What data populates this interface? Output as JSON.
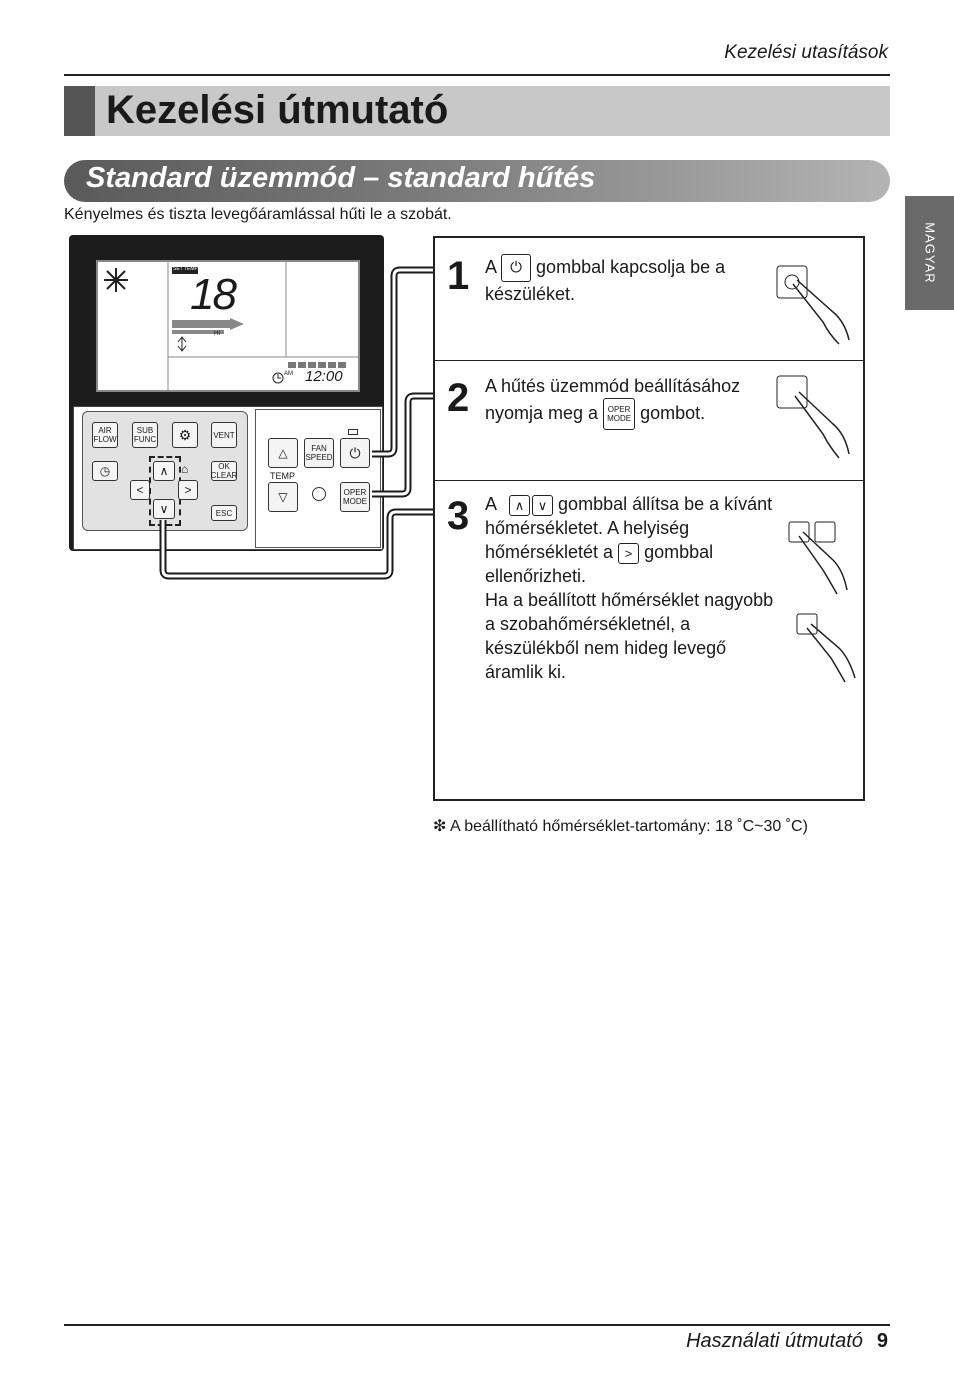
{
  "header": {
    "running_title": "Kezelési utasítások"
  },
  "title": "Kezelési útmutató",
  "subtitle": "Standard üzemmód – standard hűtés",
  "intro": "Kényelmes és tiszta levegőáramlással hűti le a szobát.",
  "side_tab": "MAGYAR",
  "remote": {
    "set_temp_label": "SET TEMP",
    "display_temp": "18",
    "fan_level": "HI",
    "clock": "12:00",
    "am": "AM",
    "keys": {
      "air_flow": "AIR FLOW",
      "sub_func": "SUB FUNC",
      "vent": "VENT",
      "ok_clear": "OK CLEAR",
      "esc": "ESC",
      "fan_speed": "FAN SPEED",
      "temp": "TEMP",
      "oper_mode": "OPER MODE"
    }
  },
  "steps": [
    {
      "number": "1",
      "pre": "A",
      "text": "gombbal kapcsolja be a készüléket."
    },
    {
      "number": "2",
      "text_a": "A hűtés üzemmód beállításához nyomja meg a",
      "text_b": "gombot.",
      "button": "OPER MODE"
    },
    {
      "number": "3",
      "pre": "A",
      "line1": "gombbal állítsa be a kívánt hőmérsékletet. A helyiség hőmérsékletét a",
      "line2": "gombbal ellenőrizheti.",
      "line3": "Ha a beállított hőmérséklet nagyobb a szobahőmérsékletnél, a készülékből nem hideg levegő áramlik ki."
    }
  ],
  "note": "❇ A beállítható hőmérséklet-tartomány: 18 ˚C~30 ˚C)",
  "footer": {
    "label": "Használati útmutató",
    "page": "9"
  }
}
